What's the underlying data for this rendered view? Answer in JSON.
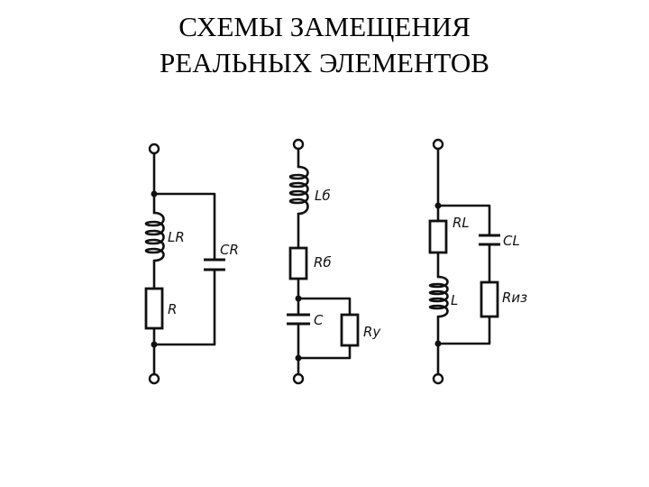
{
  "title": {
    "line1": "СХЕМЫ ЗАМЕЩЕНИЯ",
    "line2": "РЕАЛЬНЫХ ЭЛЕМЕНТОВ"
  },
  "circuit1": {
    "inductor_label": "LR",
    "capacitor_label": "CR",
    "resistor_label": "R"
  },
  "circuit2": {
    "inductor_label": "Lб",
    "resistor_label": "Rб",
    "capacitor_label": "C",
    "leak_resistor_label": "Rу"
  },
  "circuit3": {
    "resistor_label": "RL",
    "capacitor_label": "CL",
    "inductor_label": "L",
    "insulation_resistor_label": "Rиз"
  }
}
